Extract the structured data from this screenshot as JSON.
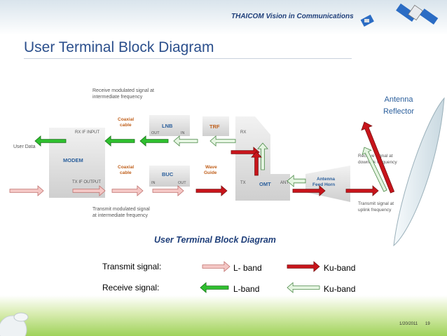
{
  "header": {
    "tagline": "THAICOM Vision in Communications"
  },
  "slide": {
    "title": "User Terminal Block Diagram"
  },
  "antenna": {
    "line1": "Antenna",
    "line2": "Reflector"
  },
  "diagram": {
    "receive_note_1": "Receive modulated signal at",
    "receive_note_2": "intermediate frequency",
    "transmit_note_1": "Transmit modulated signal",
    "transmit_note_2": "at intermediate frequency",
    "user_data": "User Data",
    "modem": "MODEM",
    "rx_if_input": "RX IF INPUT",
    "tx_if_output": "TX IF OUTPUT",
    "coax_1": "Coaxial",
    "coax_2": "cable",
    "lnb": "LNB",
    "buc": "BUC",
    "out": "OUT",
    "in": "IN",
    "trf": "TRF",
    "wave_1": "Wave",
    "wave_2": "Guide",
    "rx": "RX",
    "tx": "TX",
    "omt": "OMT",
    "ant": "ANT",
    "feed_1": "Antenna",
    "feed_2": "Feed Horn",
    "downlink_1": "Receive signal at",
    "downlink_2": "downlink frequency",
    "uplink_1": "Transmit signal at",
    "uplink_2": "uplink frequency",
    "caption": "User Terminal Block Diagram"
  },
  "legend": {
    "transmit_label": "Transmit signal:",
    "receive_label": "Receive signal:",
    "l_band_tx": "L- band",
    "ku_band_tx": "Ku-band",
    "l_band_rx": "L-band",
    "ku_band_rx": "Ku-band"
  },
  "footer": {
    "date": "1/20/2011",
    "page": "19"
  },
  "colors": {
    "title": "#2b4f8c",
    "l_band_transmit": "#f4c7c5",
    "ku_band_transmit": "#c8141b",
    "l_band_receive": "#2fbf2f",
    "ku_band_receive": "#e4f4e0",
    "antenna_label": "#2b5f9c"
  }
}
